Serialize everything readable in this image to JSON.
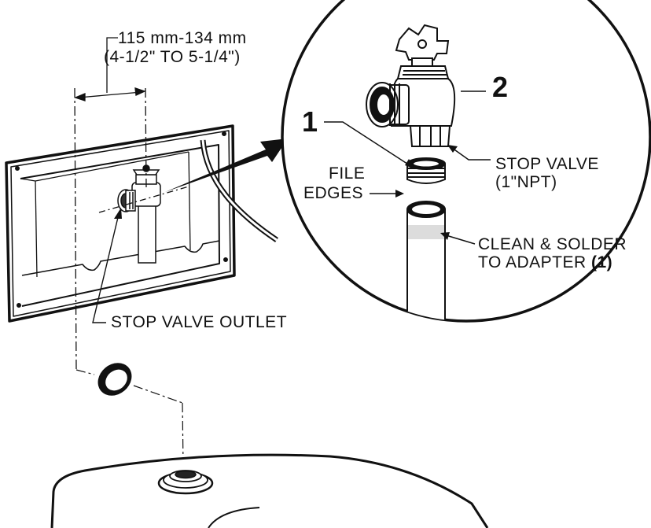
{
  "labels": {
    "dimension_metric": "115 mm-134 mm",
    "dimension_imperial": "(4-1/2\" TO 5-1/4\")",
    "callout_1": "1",
    "callout_2": "2",
    "stop_valve_line1": "STOP VALVE",
    "stop_valve_line2": "(1\"NPT)",
    "file_edges_line1": "FILE",
    "file_edges_line2": "EDGES",
    "clean_solder_line1": "CLEAN & SOLDER",
    "clean_solder_line2_prefix": "TO ADAPTER ",
    "clean_solder_line2_ref": "(1)",
    "stop_valve_outlet": "STOP VALVE OUTLET"
  }
}
